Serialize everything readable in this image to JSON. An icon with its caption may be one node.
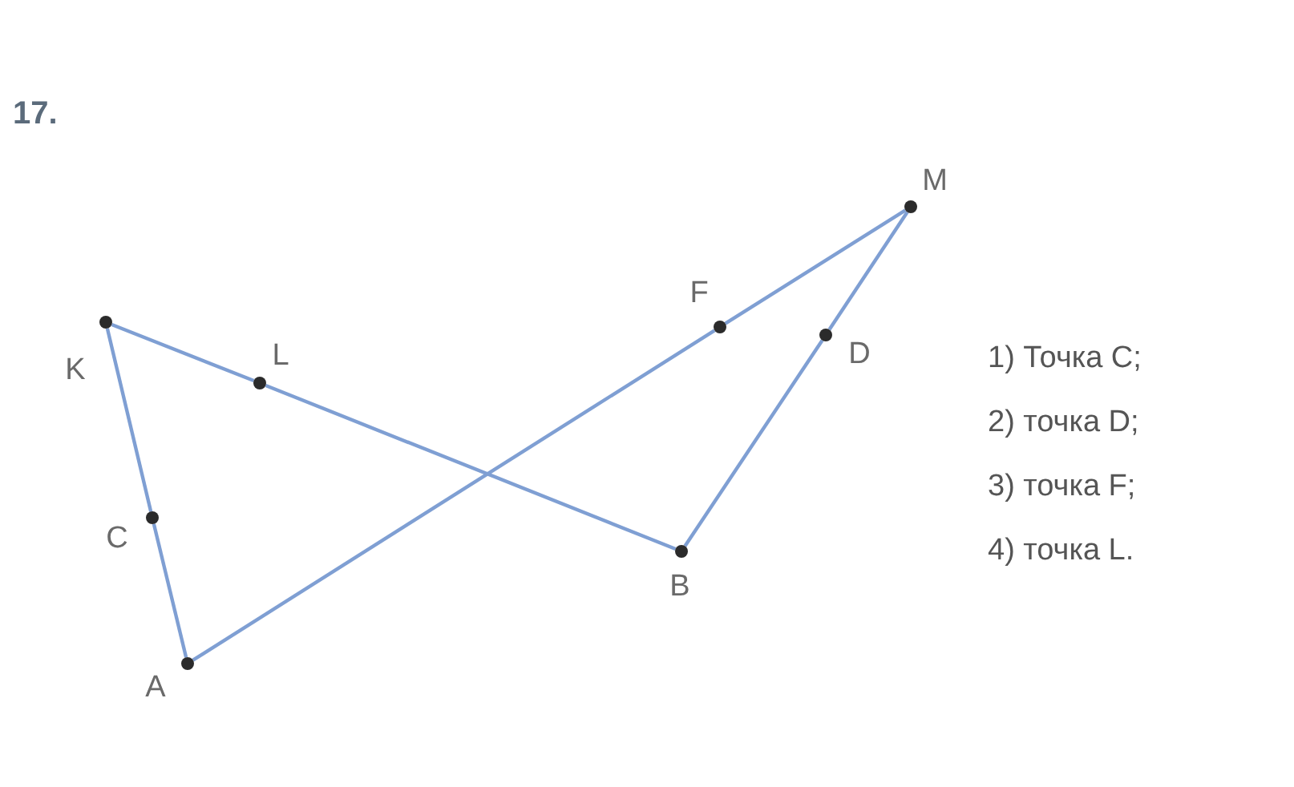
{
  "diagram": {
    "title": "17.",
    "nodes": [
      {
        "text": [],
        "shape": "circle",
        "beside": [
          "K"
        ]
      },
      {
        "text": [],
        "shape": "circle",
        "beside": [
          "L"
        ]
      },
      {
        "text": [],
        "shape": "circle",
        "beside": [
          "F"
        ]
      },
      {
        "text": [],
        "shape": "circle",
        "beside": [
          "M"
        ]
      },
      {
        "text": [],
        "shape": "circle",
        "beside": [
          "D"
        ]
      },
      {
        "text": [],
        "shape": "circle",
        "beside": [
          "C"
        ]
      },
      {
        "text": [],
        "shape": "circle",
        "beside": [
          "B"
        ]
      },
      {
        "text": [],
        "shape": "circle",
        "beside": [
          "A"
        ]
      }
    ],
    "edges": [
      {
        "from": 0,
        "to": 5,
        "arrow": "none"
      },
      {
        "from": 5,
        "to": 7,
        "arrow": "none"
      },
      {
        "from": 0,
        "to": 1,
        "arrow": "none"
      },
      {
        "from": 1,
        "to": 6,
        "arrow": "none"
      },
      {
        "from": 7,
        "to": 2,
        "arrow": "none"
      },
      {
        "from": 2,
        "to": 3,
        "arrow": "none"
      },
      {
        "from": 3,
        "to": 4,
        "arrow": "none"
      },
      {
        "from": 4,
        "to": 6,
        "arrow": "none"
      }
    ],
    "labels": [
      "1) Точка C;",
      "2) точка D;",
      "3) точка F;",
      "4) точка L."
    ]
  }
}
